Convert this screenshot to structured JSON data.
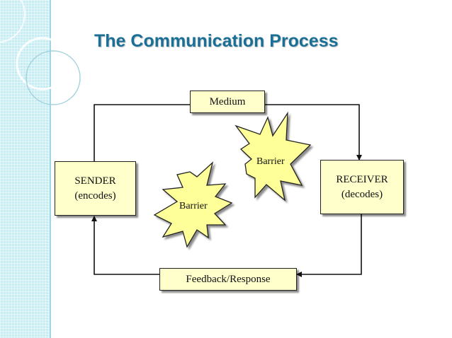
{
  "slide": {
    "title": "The Communication Process"
  },
  "diagram": {
    "medium": "Medium",
    "sender": {
      "name": "SENDER",
      "role": "(encodes)"
    },
    "receiver": {
      "name": "RECEIVER",
      "role": "(decodes)"
    },
    "feedback": "Feedback/Response",
    "barriers": [
      "Barrier",
      "Barrier"
    ]
  },
  "colors": {
    "title": "#1a6f96",
    "box_fill": "#ffffcc",
    "barrier_fill": "#ffff99",
    "strip": "#c6ecf4"
  }
}
